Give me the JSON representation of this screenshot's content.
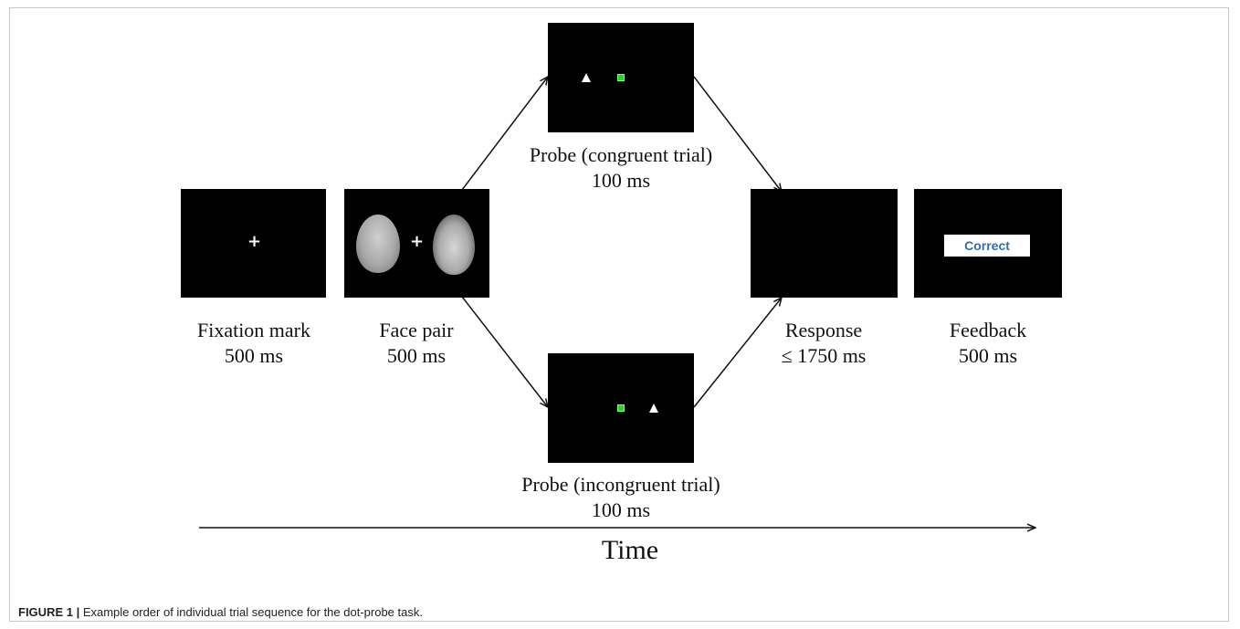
{
  "stages": {
    "fixation": {
      "line1": "Fixation mark",
      "line2": "500 ms"
    },
    "face_pair": {
      "line1": "Face pair",
      "line2": "500 ms"
    },
    "probe_congruent": {
      "line1": "Probe (congruent trial)",
      "line2": "100 ms"
    },
    "probe_incongruent": {
      "line1": "Probe (incongruent trial)",
      "line2": "100 ms"
    },
    "response": {
      "line1": "Response",
      "line2": "≤ 1750 ms"
    },
    "feedback": {
      "line1": "Feedback",
      "line2": "500 ms",
      "screen_text": "Correct"
    }
  },
  "symbols": {
    "fixation_cross": "+"
  },
  "time_axis": {
    "label": "Time"
  },
  "caption": {
    "label": "FIGURE 1 |",
    "text": " Example order of individual trial sequence for the dot-probe task."
  },
  "colors": {
    "screen": "#000000",
    "probe_dot": "#2bd12b",
    "feedback_text": "#2e6eb5"
  }
}
